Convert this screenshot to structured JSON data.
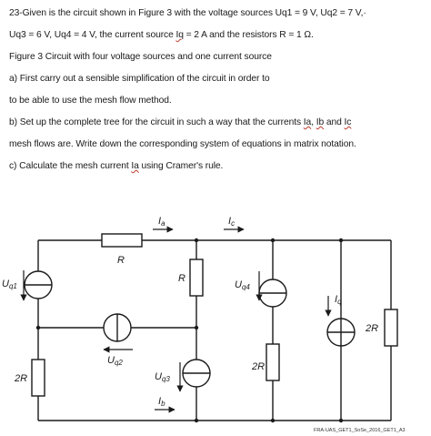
{
  "problem": {
    "line1": "23-Given is the circuit shown in Figure 3 with the voltage sources Uq1 = 9 V, Uq2 = 7 V,·",
    "line2_pre": "Uq3 = 6 V, Uq4 = 4 V, the current source ",
    "line2_iq": "Iq",
    "line2_post": " = 2 A and the resistors R = 1 Ω.",
    "line3": "Figure 3 Circuit with four voltage sources and one current source",
    "line4": "a) First carry out a sensible simplification of the circuit in order to",
    "line5": "to be able to use the mesh flow method.",
    "line6_pre": "b) Set up the complete tree for the circuit in such a way that the currents ",
    "line6_ia": "Ia",
    "line6_mid": ", ",
    "line6_ib": "Ib",
    "line6_and": " and ",
    "line6_ic": "Ic",
    "line7": "mesh flows are. Write down the corresponding system of equations in matrix notation.",
    "line8_pre": "c) Calculate the mesh current ",
    "line8_ia": "Ia",
    "line8_post": " using Cramer's rule."
  },
  "circuit": {
    "label_ia": "I",
    "label_ia_sub": "a",
    "label_ic": "I",
    "label_ic_sub": "c",
    "label_ib": "I",
    "label_ib_sub": "b",
    "label_iq": "I",
    "label_iq_sub": "q",
    "label_uq1": "U",
    "label_uq1_sub": "q1",
    "label_uq2": "U",
    "label_uq2_sub": "q2",
    "label_uq3": "U",
    "label_uq3_sub": "q3",
    "label_uq4": "U",
    "label_uq4_sub": "q4",
    "label_r_top": "R",
    "label_r_mid": "R",
    "label_2r_left": "2R",
    "label_2r_mid": "2R",
    "label_2r_right": "2R",
    "footer": "FRA-UAS_GET1_SoSe_2016_GET1_A3"
  }
}
